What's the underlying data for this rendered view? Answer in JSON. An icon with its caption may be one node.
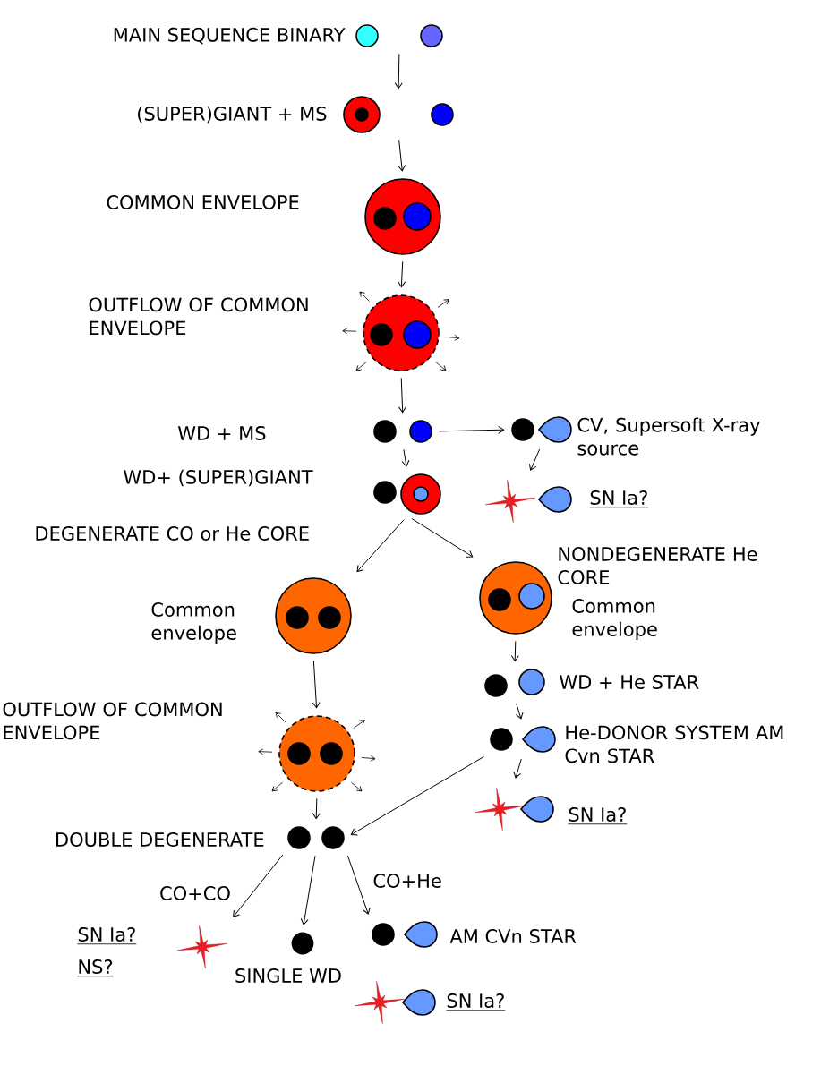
{
  "diagram": {
    "nodes": [
      {
        "text": [],
        "shape": "picture",
        "beside": [
          "MAIN SEQUENCE BINARY"
        ]
      },
      {
        "text": [],
        "shape": "picture",
        "beside": [
          "(SUPER)GIANT + MS"
        ]
      },
      {
        "text": [],
        "shape": "picture",
        "beside": [
          "COMMON ENVELOPE"
        ]
      },
      {
        "text": [],
        "shape": "picture",
        "beside": [
          "OUTFLOW OF COMMON ENVELOPE"
        ]
      },
      {
        "text": [],
        "shape": "picture"
      },
      {
        "text": [],
        "shape": "picture",
        "beside": [
          "CV, Supersoft X-ray source"
        ]
      },
      {
        "text": [],
        "shape": "picture",
        "beside": [
          "WD+ (SUPER)GIANT"
        ]
      },
      {
        "text": [],
        "shape": "picture",
        "beside": [
          "SN Ia?"
        ]
      },
      {
        "text": [],
        "shape": "picture",
        "beside": [
          "Common envelope"
        ]
      },
      {
        "text": [],
        "shape": "picture",
        "beside": [
          "NONDEGENERATE He CORE",
          "Common envelope"
        ]
      },
      {
        "text": [],
        "shape": "picture",
        "beside": [
          "WD + He STAR"
        ]
      },
      {
        "text": [],
        "shape": "picture",
        "beside": [
          "He-DONOR SYSTEM AM Cvn STAR"
        ]
      },
      {
        "text": [],
        "shape": "picture",
        "beside": [
          "SN Ia?"
        ]
      },
      {
        "text": [],
        "shape": "picture",
        "beside": [
          "OUTFLOW OF COMMON ENVELOPE"
        ]
      },
      {
        "text": [],
        "shape": "picture",
        "beside": [
          "DOUBLE DEGENERATE"
        ]
      },
      {
        "text": [],
        "shape": "picture",
        "beside": [
          "SN Ia?",
          "NS?"
        ]
      },
      {
        "text": [],
        "shape": "circle",
        "beside": [
          "SINGLE WD"
        ]
      },
      {
        "text": [],
        "shape": "picture",
        "beside": [
          "AM CVn STAR"
        ]
      },
      {
        "text": [],
        "shape": "picture",
        "beside": [
          "SN Ia?"
        ]
      }
    ],
    "edges": [
      {
        "from": 0,
        "to": 1,
        "arrow": "to"
      },
      {
        "from": 1,
        "to": 2,
        "arrow": "to"
      },
      {
        "from": 2,
        "to": 3,
        "arrow": "to"
      },
      {
        "from": 3,
        "to": 4,
        "arrow": "to"
      },
      {
        "from": 4,
        "to": 5,
        "arrow": "to"
      },
      {
        "from": 5,
        "to": 7,
        "arrow": "to"
      },
      {
        "from": 4,
        "to": 6,
        "arrow": "to"
      },
      {
        "from": 6,
        "to": 8,
        "arrow": "to"
      },
      {
        "from": 6,
        "to": 9,
        "arrow": "to"
      },
      {
        "from": 9,
        "to": 10,
        "arrow": "to"
      },
      {
        "from": 10,
        "to": 11,
        "arrow": "to"
      },
      {
        "from": 11,
        "to": 12,
        "arrow": "to"
      },
      {
        "from": 8,
        "to": 13,
        "arrow": "to"
      },
      {
        "from": 13,
        "to": 14,
        "arrow": "to"
      },
      {
        "from": 11,
        "to": 14,
        "arrow": "to"
      },
      {
        "from": 14,
        "to": 15,
        "arrow": "to",
        "label": "CO+CO"
      },
      {
        "from": 14,
        "to": 16,
        "arrow": "to"
      },
      {
        "from": 14,
        "to": 17,
        "arrow": "to",
        "label": "CO+He"
      }
    ],
    "labels": [
      "WD + MS",
      "DEGENERATE CO or He CORE"
    ]
  }
}
